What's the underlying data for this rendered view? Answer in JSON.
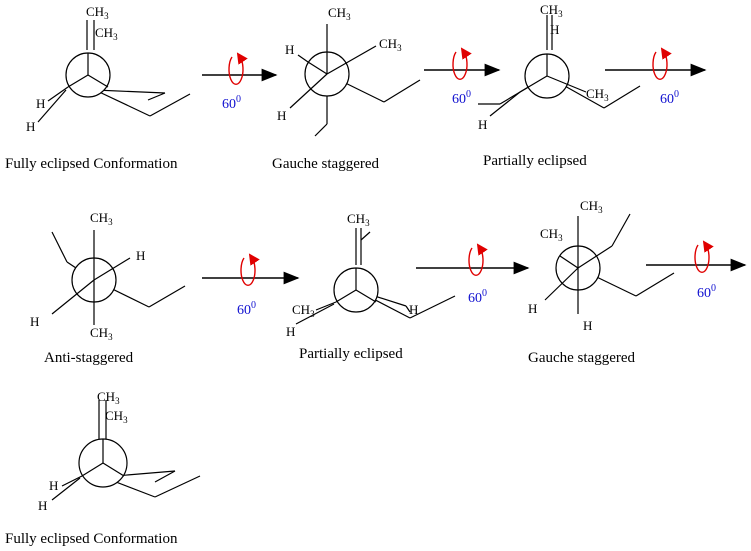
{
  "captions": {
    "c1": "Fully eclipsed Conformation",
    "c2": "Gauche staggered",
    "c3": "Partially eclipsed",
    "c4": "Anti-staggered",
    "c5": "Partially eclipsed",
    "c6": "Gauche staggered",
    "c7": "Fully eclipsed Conformation"
  },
  "groups": {
    "ch3": "CH",
    "three": "3",
    "h": "H"
  },
  "rotation": {
    "angle": "60",
    "degree": "0",
    "color_angle": "#1010d0",
    "color_rotation_arrow": "#e00000",
    "icon": "clockwise-rotation-icon"
  }
}
